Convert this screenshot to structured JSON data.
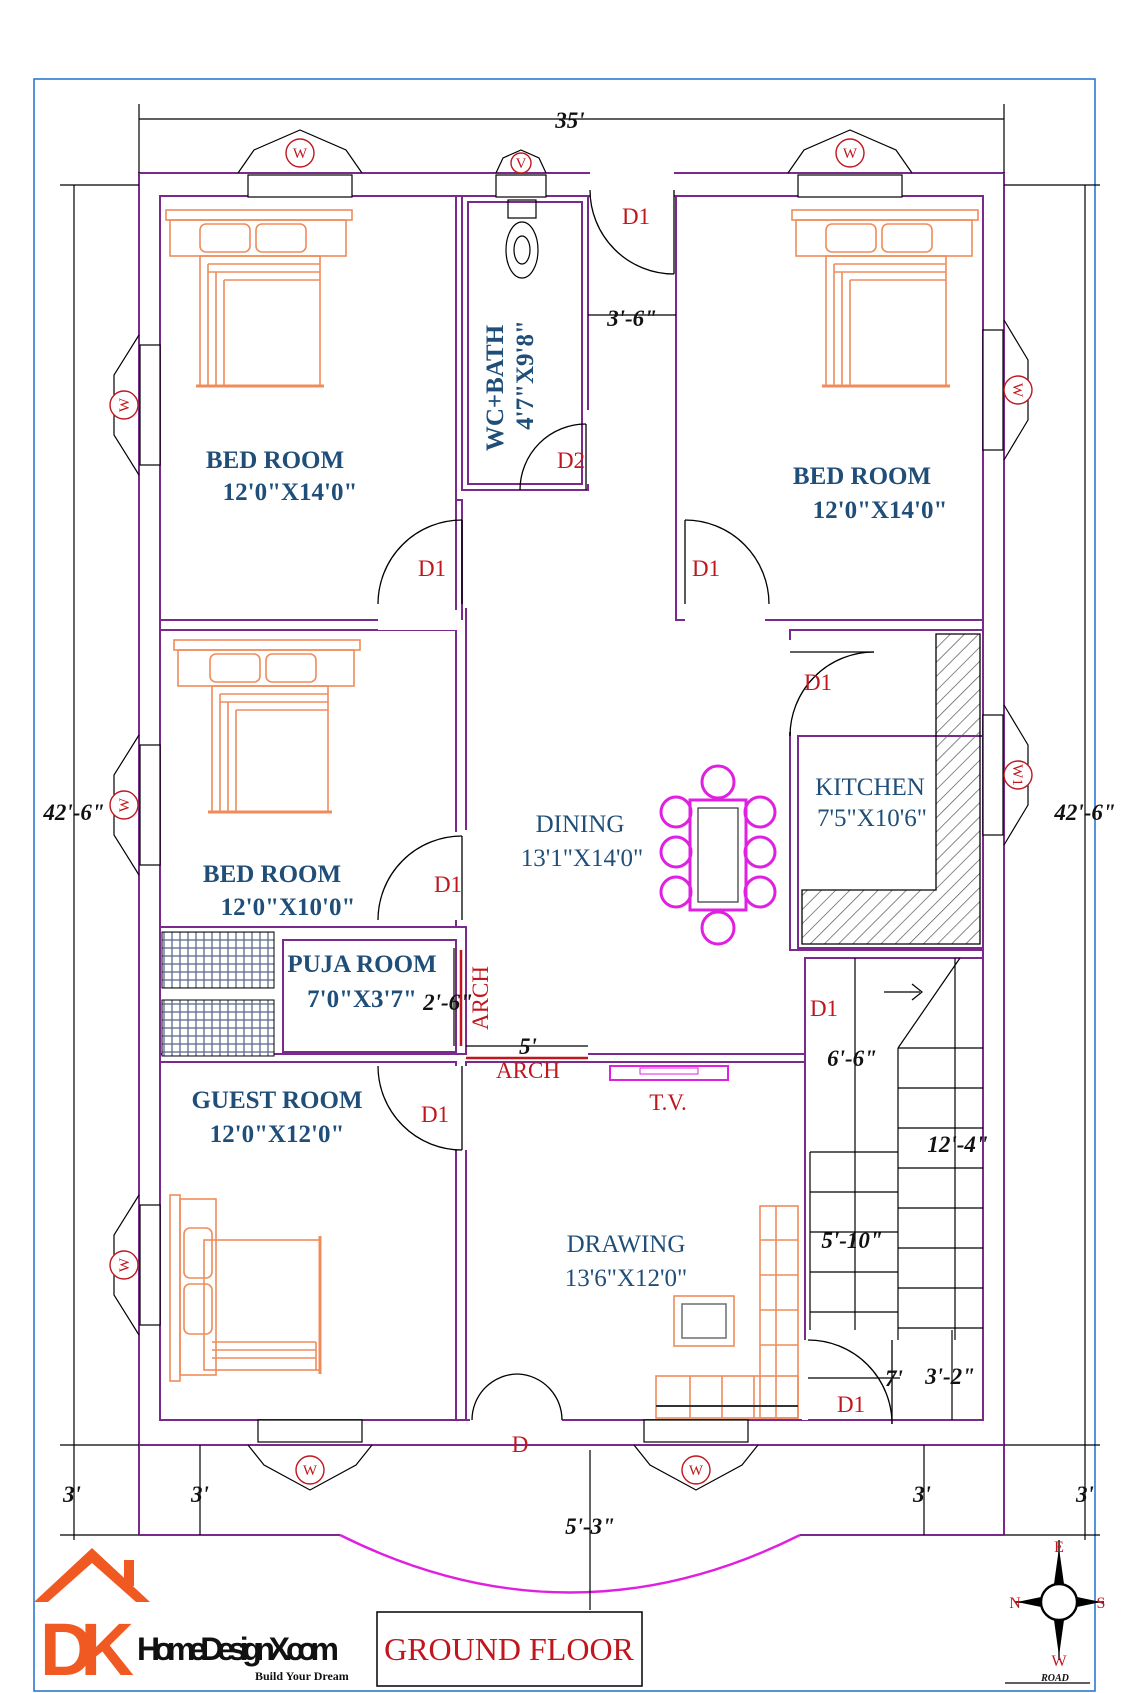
{
  "rooms": {
    "bed1": {
      "name": "BED ROOM",
      "size": "12'0\"X14'0\""
    },
    "bed2": {
      "name": "BED ROOM",
      "size": "12'0\"X14'0\""
    },
    "bed3": {
      "name": "BED ROOM",
      "size": "12'0\"X10'0\""
    },
    "wc": {
      "name": "WC+BATH",
      "size": "4'7\"X9'8\""
    },
    "kitchen": {
      "name": "KITCHEN",
      "size": "7'5\"X10'6\""
    },
    "dining": {
      "name": "DINING",
      "size": "13'1\"X14'0\""
    },
    "puja": {
      "name": "PUJA ROOM",
      "size": "7'0\"X3'7\""
    },
    "guest": {
      "name": "GUEST ROOM",
      "size": "12'0\"X12'0\""
    },
    "drawing": {
      "name": "DRAWING",
      "size": "13'6\"X12'0\""
    }
  },
  "doors": {
    "d1": "D1",
    "d2": "D2",
    "d": "D",
    "arch": "ARCH",
    "tv": "T.V."
  },
  "windows": {
    "w": "W",
    "v": "V",
    "w1": "W1"
  },
  "dimensions": {
    "width": "35'",
    "height_left": "42'-6\"",
    "height_right": "42'-6\"",
    "wc_door": "3'-6\"",
    "puja_arch": "2'-6\"",
    "arch_width": "5'",
    "stair_a": "6'-6\"",
    "stair_b": "12'-4\"",
    "stair_c": "5'-10\"",
    "stair_d": "7'",
    "stair_e": "3'-2\"",
    "front_left_a": "3'",
    "front_left_b": "3'",
    "front_right_a": "3'",
    "front_right_b": "3'",
    "front_center": "5'-3\""
  },
  "title": "GROUND FLOOR",
  "logo": {
    "dk": "DK",
    "site": "HomeDesignX.com",
    "tagline": "Build Your Dream"
  },
  "compass": {
    "e": "E",
    "n": "N",
    "s": "S",
    "w": "W",
    "road": "ROAD"
  }
}
